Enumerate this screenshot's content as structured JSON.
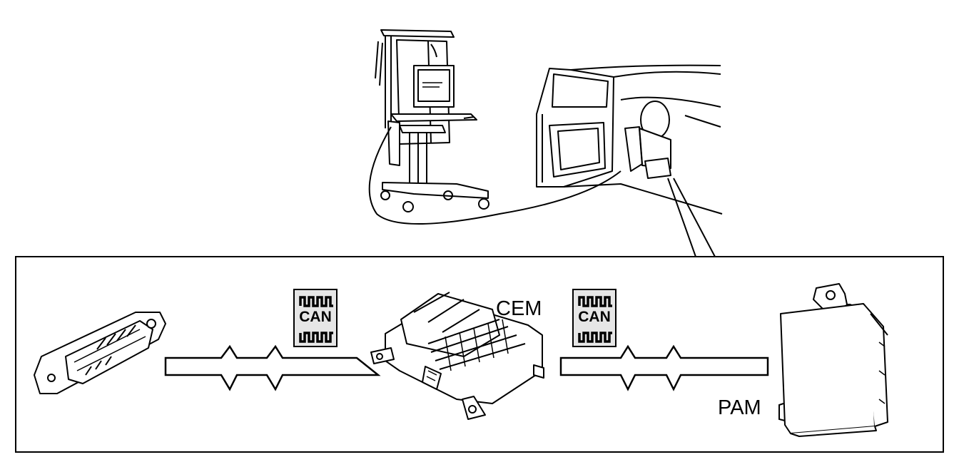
{
  "labels": {
    "cem": "CEM",
    "pam": "PAM"
  },
  "badges": [
    {
      "text": "CAN"
    },
    {
      "text": "CAN"
    }
  ],
  "colors": {
    "line": "#000000",
    "badge_fill": "#e6e6e6",
    "background": "#ffffff"
  }
}
